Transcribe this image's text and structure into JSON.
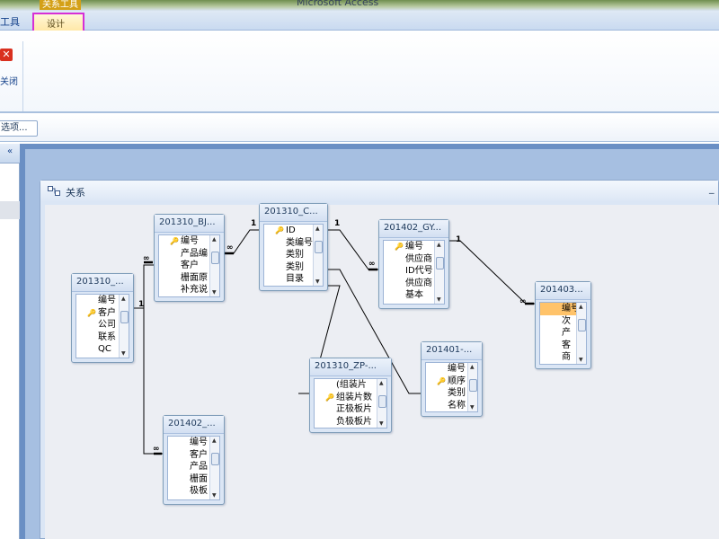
{
  "app": {
    "title": "Microsoft Access",
    "context_tools": "关系工具"
  },
  "ribbon": {
    "tools_tab": "工具",
    "design_tab": "设计",
    "close_label": "关闭",
    "highlight_color": "#d62fd6"
  },
  "message_bar": {
    "options_button": "选项..."
  },
  "nav": {
    "collapse_icon": "«"
  },
  "relationships": {
    "title": "关系",
    "minimize_icon": "_",
    "tables": [
      {
        "title": "201310_...",
        "fields": [
          {
            "name": "编号"
          },
          {
            "name": "客户",
            "key": true
          },
          {
            "name": "公司"
          },
          {
            "name": "联系"
          },
          {
            "name": "QC"
          }
        ]
      },
      {
        "title": "201310_BJ...",
        "fields": [
          {
            "name": "编号",
            "key": true
          },
          {
            "name": "产品编"
          },
          {
            "name": "客户"
          },
          {
            "name": "栅面原"
          },
          {
            "name": "补充说"
          }
        ]
      },
      {
        "title": "201310_C...",
        "fields": [
          {
            "name": "ID",
            "key": true
          },
          {
            "name": "类编号"
          },
          {
            "name": "类别"
          },
          {
            "name": "类别"
          },
          {
            "name": "目录"
          }
        ]
      },
      {
        "title": "201402_GY...",
        "fields": [
          {
            "name": "编号",
            "key": true
          },
          {
            "name": "供应商"
          },
          {
            "name": "ID代号"
          },
          {
            "name": "供应商"
          },
          {
            "name": "基本"
          }
        ]
      },
      {
        "title": "201403...",
        "fields": [
          {
            "name": "编号",
            "selected": true
          },
          {
            "name": "次"
          },
          {
            "name": "产"
          },
          {
            "name": "客"
          },
          {
            "name": "商"
          }
        ]
      },
      {
        "title": "201310_ZP-...",
        "fields": [
          {
            "name": "(组装片"
          },
          {
            "name": "组装片数",
            "key": true
          },
          {
            "name": "正极板片"
          },
          {
            "name": "负极板片"
          }
        ]
      },
      {
        "title": "201401-...",
        "fields": [
          {
            "name": "编号"
          },
          {
            "name": "顺序",
            "key": true
          },
          {
            "name": "类别"
          },
          {
            "name": "名称"
          }
        ]
      },
      {
        "title": "201402_...",
        "fields": [
          {
            "name": "编号"
          },
          {
            "name": "客户"
          },
          {
            "name": "产品"
          },
          {
            "name": "栅面"
          },
          {
            "name": "极板"
          }
        ]
      }
    ],
    "labels": {
      "one": "1",
      "many": "∞"
    }
  }
}
